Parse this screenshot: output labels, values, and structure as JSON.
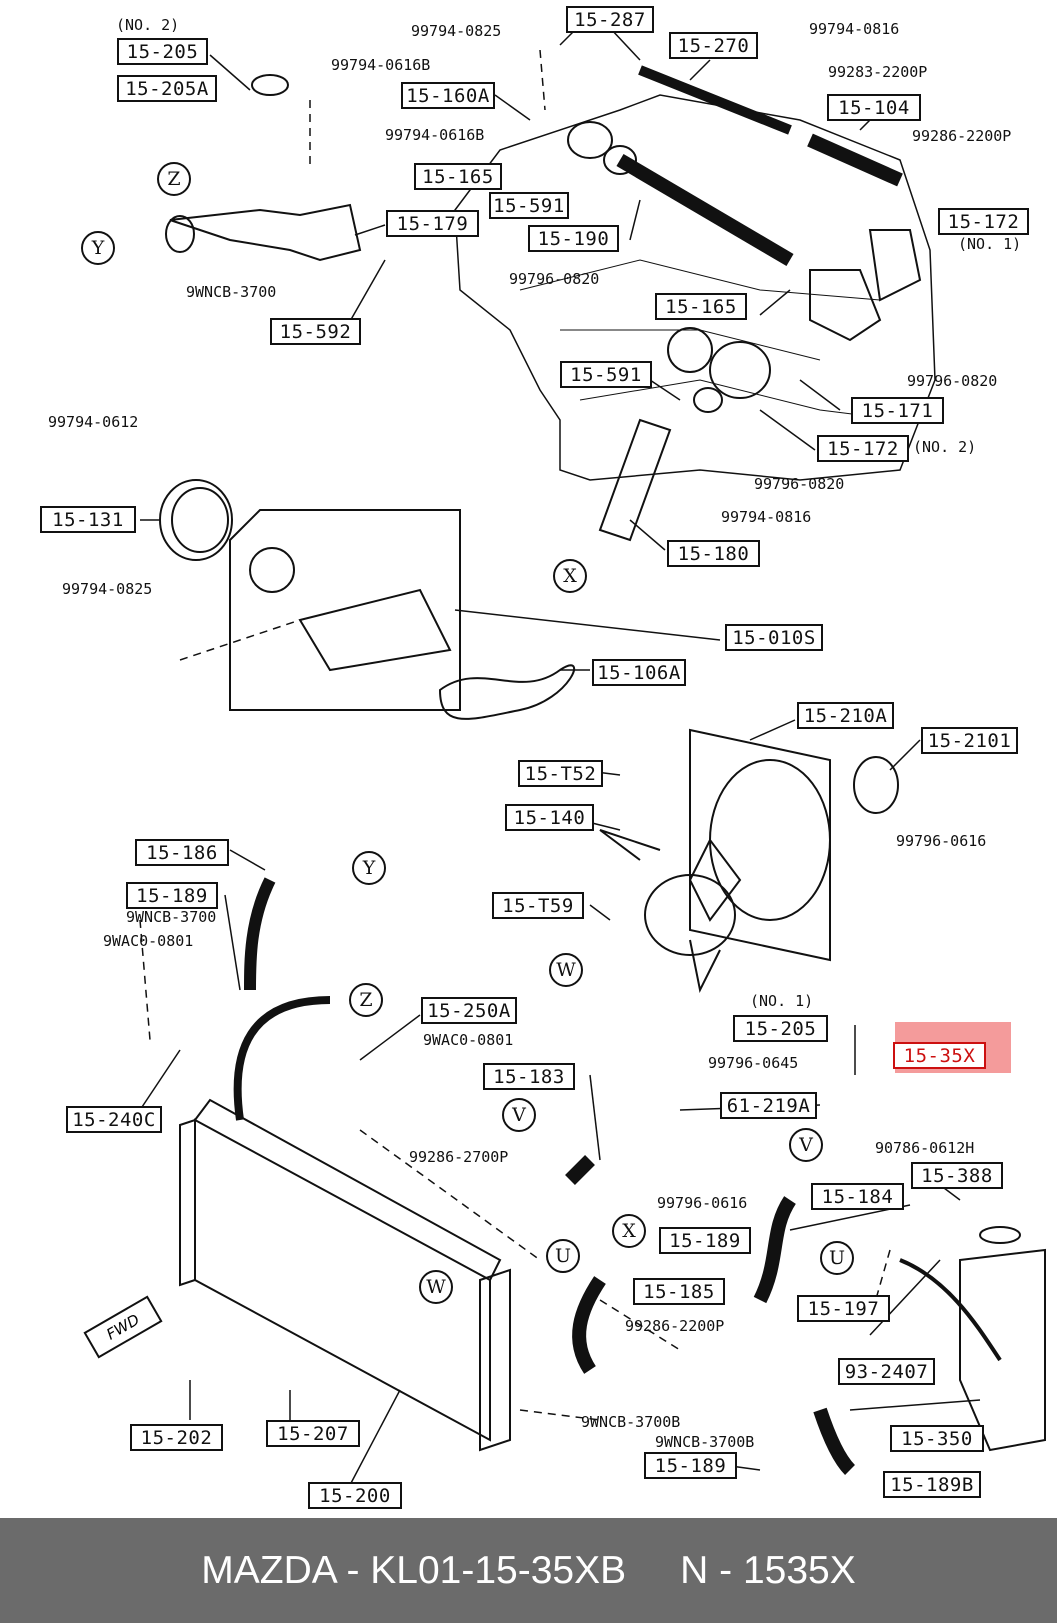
{
  "diagram": {
    "part_boxes": [
      {
        "text": "15-205"
      },
      {
        "text": "15-205A"
      },
      {
        "text": "15-160A"
      },
      {
        "text": "15-165"
      },
      {
        "text": "15-591"
      },
      {
        "text": "15-190"
      },
      {
        "text": "15-179"
      },
      {
        "text": "15-592"
      },
      {
        "text": "15-287"
      },
      {
        "text": "15-270"
      },
      {
        "text": "15-104"
      },
      {
        "text": "15-172"
      },
      {
        "text": "15-165"
      },
      {
        "text": "15-591"
      },
      {
        "text": "15-171"
      },
      {
        "text": "15-172"
      },
      {
        "text": "15-180"
      },
      {
        "text": "15-131"
      },
      {
        "text": "15-010S"
      },
      {
        "text": "15-106A"
      },
      {
        "text": "15-210A"
      },
      {
        "text": "15-2101"
      },
      {
        "text": "15-T52"
      },
      {
        "text": "15-140"
      },
      {
        "text": "15-T59"
      },
      {
        "text": "15-186"
      },
      {
        "text": "15-189"
      },
      {
        "text": "15-250A"
      },
      {
        "text": "15-240C"
      },
      {
        "text": "15-183"
      },
      {
        "text": "15-205"
      },
      {
        "text": "15-35X"
      },
      {
        "text": "61-219A"
      },
      {
        "text": "15-388"
      },
      {
        "text": "15-184"
      },
      {
        "text": "15-189"
      },
      {
        "text": "15-185"
      },
      {
        "text": "15-197"
      },
      {
        "text": "93-2407"
      },
      {
        "text": "15-350"
      },
      {
        "text": "15-202"
      },
      {
        "text": "15-207"
      },
      {
        "text": "15-200"
      },
      {
        "text": "15-189"
      },
      {
        "text": "15-189B"
      }
    ],
    "callouts": [
      {
        "text": "(NO. 2)"
      },
      {
        "text": "99794-0825"
      },
      {
        "text": "99794-0616B"
      },
      {
        "text": "99794-0616B"
      },
      {
        "text": "99794-0816"
      },
      {
        "text": "99283-2200P"
      },
      {
        "text": "99286-2200P"
      },
      {
        "text": "(NO. 1)"
      },
      {
        "text": "9WNCB-3700"
      },
      {
        "text": "99796-0820"
      },
      {
        "text": "99796-0820"
      },
      {
        "text": "(NO. 2)"
      },
      {
        "text": "99796-0820"
      },
      {
        "text": "99794-0816"
      },
      {
        "text": "99794-0612"
      },
      {
        "text": "99794-0825"
      },
      {
        "text": "99796-0616"
      },
      {
        "text": "9WNCB-3700"
      },
      {
        "text": "9WAC0-0801"
      },
      {
        "text": "9WAC0-0801"
      },
      {
        "text": "(NO. 1)"
      },
      {
        "text": "99796-0645"
      },
      {
        "text": "90786-0612H"
      },
      {
        "text": "99286-2700P"
      },
      {
        "text": "99796-0616"
      },
      {
        "text": "99286-2200P"
      },
      {
        "text": "9WNCB-3700B"
      },
      {
        "text": "9WNCB-3700B"
      }
    ],
    "connectors": [
      {
        "text": "Z"
      },
      {
        "text": "Y"
      },
      {
        "text": "X"
      },
      {
        "text": "W"
      },
      {
        "text": "Y"
      },
      {
        "text": "Z"
      },
      {
        "text": "V"
      },
      {
        "text": "V"
      },
      {
        "text": "U"
      },
      {
        "text": "X"
      },
      {
        "text": "U"
      },
      {
        "text": "W"
      }
    ],
    "fwd_label": "FWD",
    "highlight_color": "#f07a7a"
  },
  "footer": {
    "brand": "MAZDA - KL01-15-35XB",
    "number": "N - 1535X"
  }
}
